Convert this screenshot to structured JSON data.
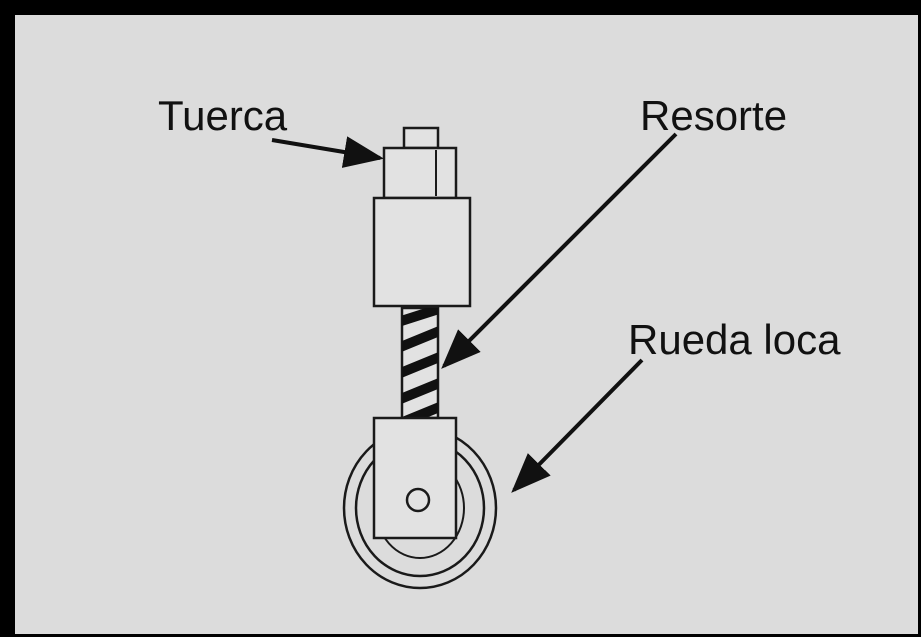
{
  "labels": {
    "nut": "Tuerca",
    "spring": "Resorte",
    "caster": "Rueda loca"
  },
  "colors": {
    "border": "#000000",
    "background": "#dcdcdc",
    "part_fill": "#e2e2e2",
    "stroke": "#1a1a1a"
  }
}
